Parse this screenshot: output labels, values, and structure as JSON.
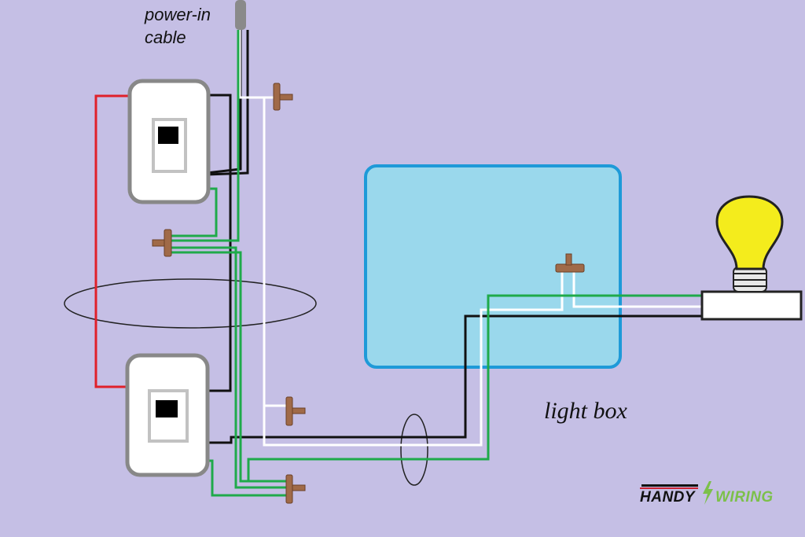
{
  "labels": {
    "power_in": [
      "power-in",
      "cable"
    ],
    "light_box": "light box"
  },
  "logo": {
    "part1": "HANDY",
    "part2": "WIRING"
  },
  "colors": {
    "background": "#c5bfe5",
    "hot_wire": "#111111",
    "neutral_wire": "#ffffff",
    "ground_wire": "#1faa4a",
    "traveler_wire": "#e0202a",
    "light_box_fill": "#9ad8ec",
    "light_box_border": "#1e9ad8",
    "connector": "#a06a48",
    "bulb": "#f4ec1c",
    "logo_accent": "#7cc04a"
  }
}
